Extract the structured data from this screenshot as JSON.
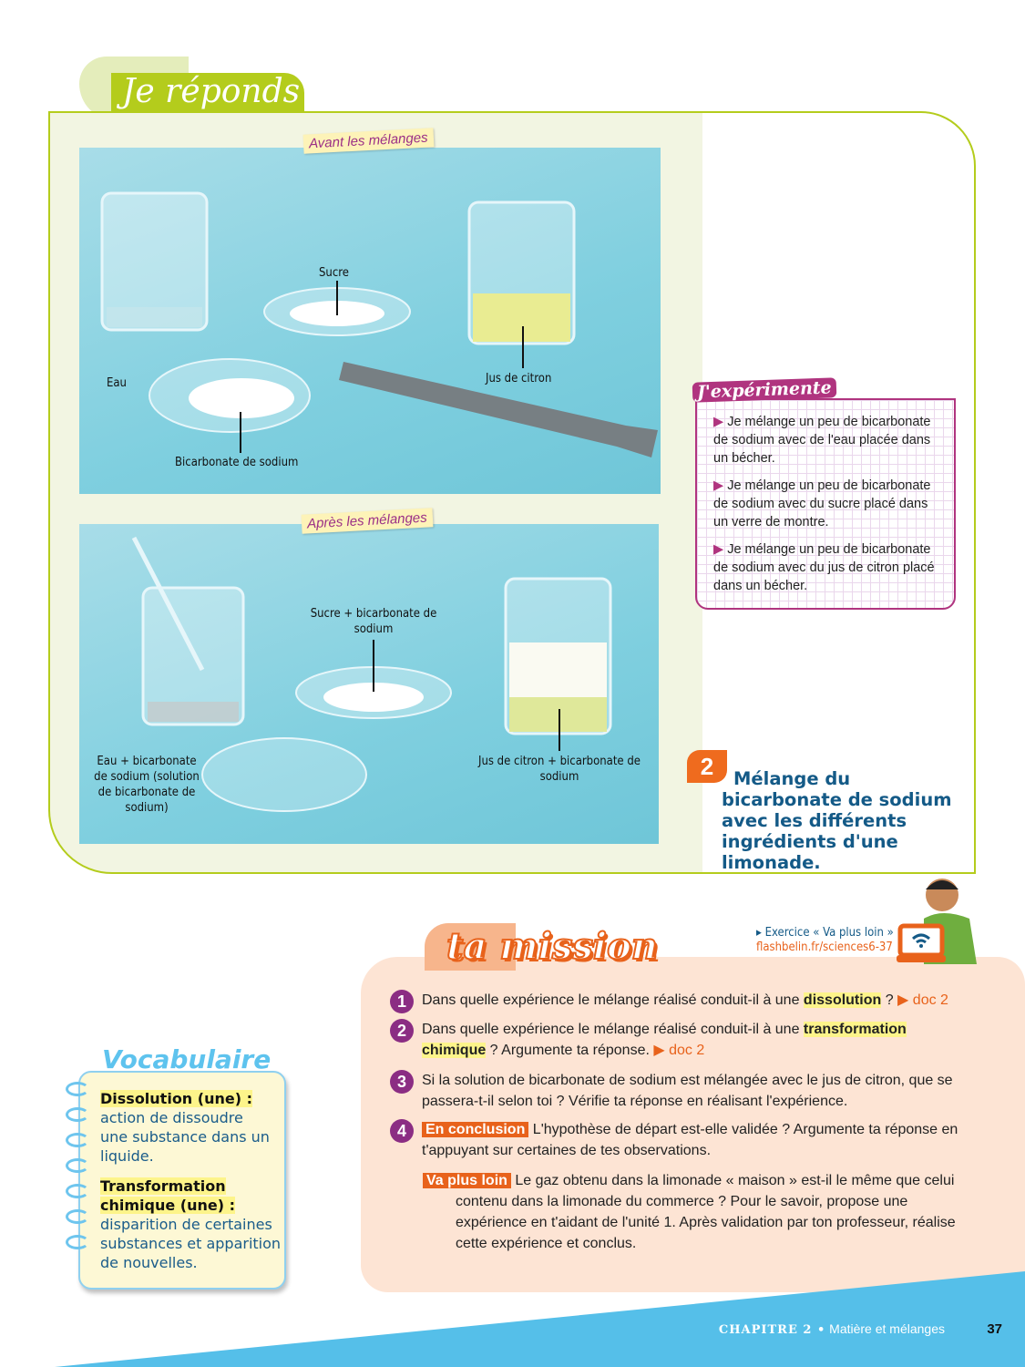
{
  "section_title": "Je réponds",
  "photo1": {
    "tag": "Avant les mélanges",
    "labels": {
      "eau": "Eau",
      "sucre": "Sucre",
      "citron": "Jus de citron",
      "bicarbonate": "Bicarbonate de sodium"
    }
  },
  "photo2": {
    "tag": "Après les mélanges",
    "labels": {
      "eau": "Eau + bicarbonate de sodium (solution de bicarbonate de sodium)",
      "sucre": "Sucre + bicarbonate de sodium",
      "citron": "Jus de citron + bicarbonate de sodium"
    }
  },
  "experiment": {
    "title": "J'expérimente",
    "items": [
      "Je mélange un peu de bicarbonate de sodium avec de l'eau placée dans un bécher.",
      "Je mélange un peu de bicarbonate de sodium avec du sucre placé dans un verre de montre.",
      "Je mélange un peu de bicarbonate de sodium avec du jus de citron placé dans un bécher."
    ]
  },
  "doc": {
    "number": "2",
    "title": "Mélange du bicarbonate de sodium avec les différents ingrédients d'une limonade."
  },
  "mission": {
    "title": "ta mission",
    "link_label": "▸ Exercice « Va plus loin »",
    "link_url": "flashbelin.fr/sciences6-37",
    "questions": [
      {
        "num": "1",
        "pre": "Dans quelle expérience le mélange réalisé conduit-il à une ",
        "hl": "dissolution",
        "post": " ? ",
        "doc": "▶ doc 2"
      },
      {
        "num": "2",
        "pre": "Dans quelle expérience le mélange réalisé conduit-il à une ",
        "hl": "transformation chimique",
        "post": " ? Argumente ta réponse. ",
        "doc": "▶ doc 2"
      },
      {
        "num": "3",
        "text": "Si la solution de bicarbonate de sodium est mélangée avec le jus de citron, que se passera-t-il selon toi ? Vérifie ta réponse en réalisant l'expérience."
      },
      {
        "num": "4",
        "tag": "En conclusion",
        "text": " L'hypothèse de départ est-elle validée ? Argumente ta réponse en t'appuyant sur certaines de tes observations."
      }
    ],
    "further": {
      "tag": "Va plus loin",
      "text": " Le gaz obtenu dans la limonade « maison » est-il le même que celui contenu dans la limonade du commerce ? Pour le savoir, propose une expérience en t'aidant de l'unité 1. Après validation par ton professeur, réalise cette expérience et conclus."
    }
  },
  "vocabulary": {
    "title": "Vocabulaire",
    "entries": [
      {
        "term": "Dissolution (une) :",
        "def": "action de dissoudre une substance dans un liquide."
      },
      {
        "term": "Transformation chimique (une) :",
        "def": "disparition de certaines substances et apparition de nouvelles."
      }
    ]
  },
  "footer": {
    "chapter": "CHAPITRE 2 •",
    "title": "Matière et mélanges",
    "page": "37"
  }
}
